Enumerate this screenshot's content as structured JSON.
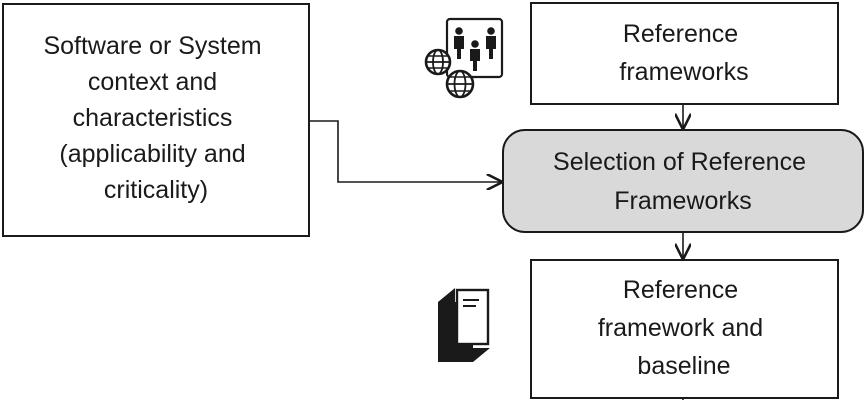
{
  "nodes": {
    "context": {
      "lines": [
        "Software or System",
        "context and",
        "characteristics",
        "(applicability and",
        "criticality)"
      ]
    },
    "reference_frameworks": {
      "lines": [
        "Reference",
        "frameworks"
      ]
    },
    "selection": {
      "lines": [
        "Selection of Reference",
        "Frameworks"
      ]
    },
    "baseline": {
      "lines": [
        "Reference",
        "framework and",
        "baseline"
      ]
    }
  },
  "icons": {
    "frameworks_icon": "people-network-icon",
    "baseline_icon": "document-stack-icon"
  },
  "colors": {
    "line": "#1a1a1a",
    "box_fill": "#ffffff",
    "process_fill": "#d9d9d9",
    "text": "#1a1a1a"
  }
}
